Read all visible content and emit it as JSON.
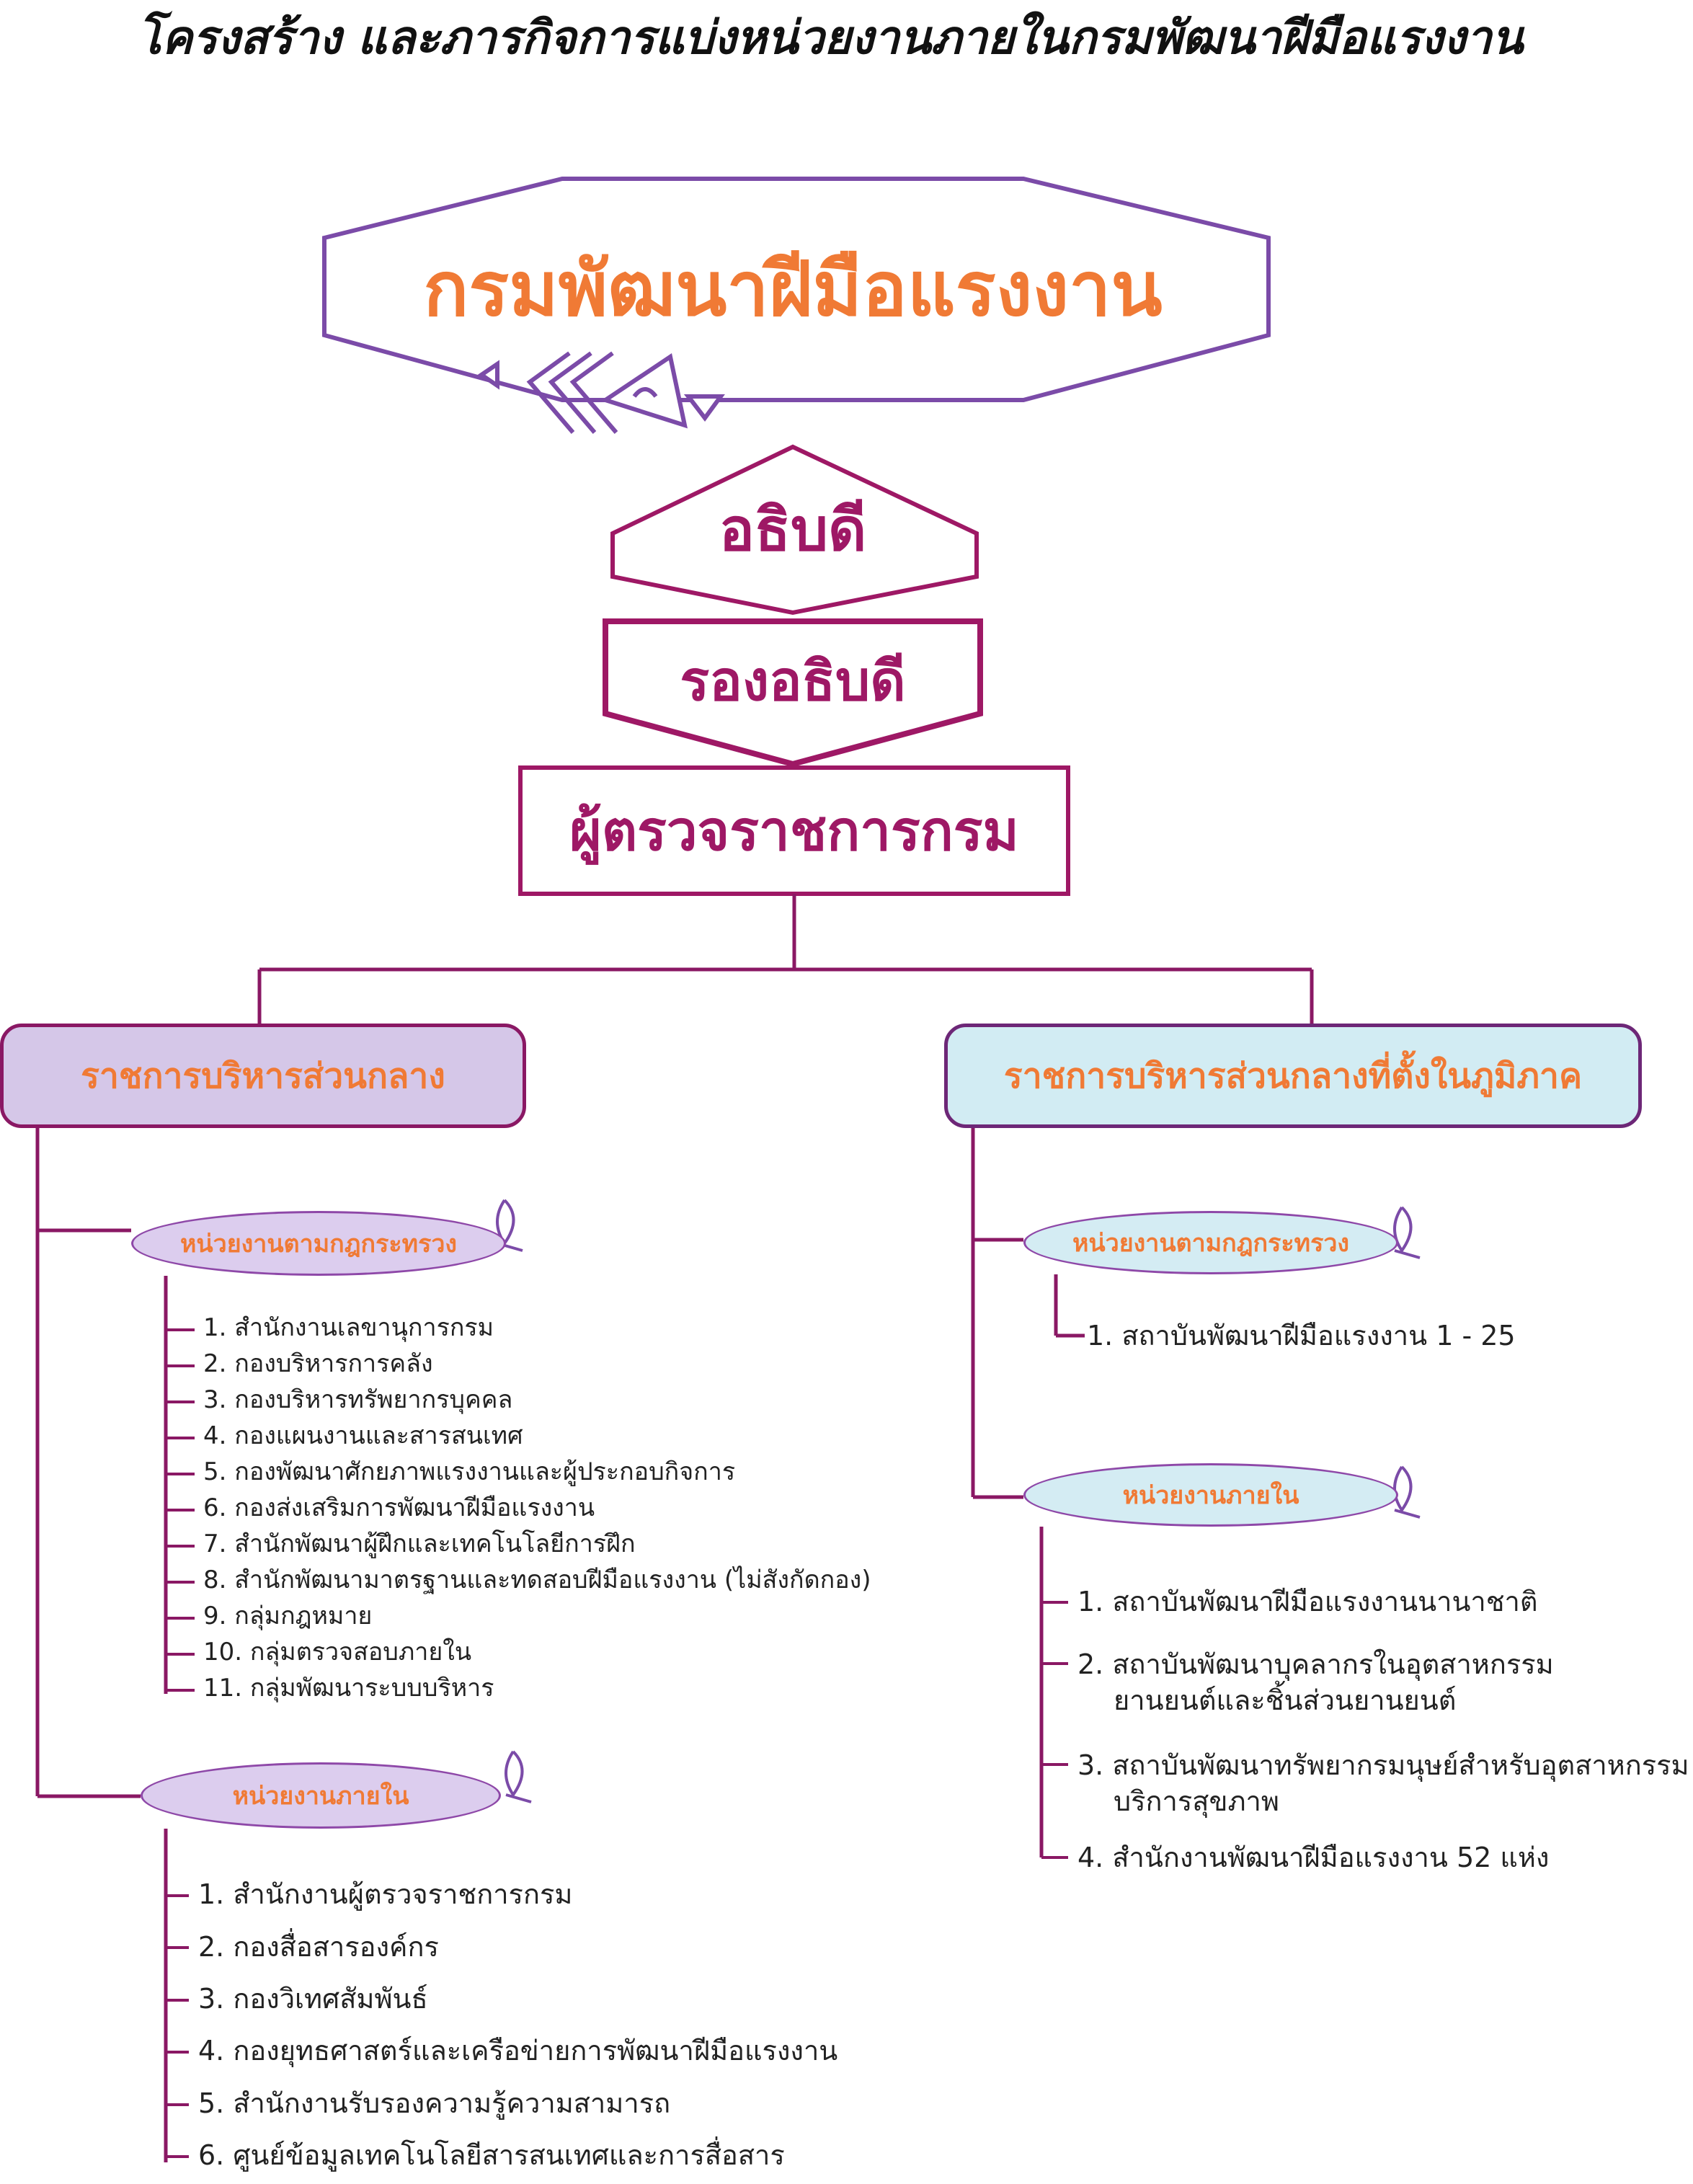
{
  "title": "โครงสร้าง และภารกิจการแบ่งหน่วยงานภายในกรมพัฒนาฝีมือแรงงาน",
  "department": "กรมพัฒนาฝีมือแรงงาน",
  "director": "อธิบดี",
  "deputy": "รองอธิบดี",
  "inspector": "ผู้ตรวจราชการกรม",
  "colors": {
    "dept_text": "#F07A35",
    "hex_border": "#7B4BA8",
    "exec_border": "#9E1865",
    "branch_left_fill": "#D5C7E8",
    "branch_right_fill": "#D2ECF3",
    "line": "#8A1864"
  },
  "left": {
    "label": "ราชการบริหารส่วนกลาง",
    "ministerial": {
      "label": "หน่วยงานตามกฎกระทรวง",
      "items": [
        "1. สำนักงานเลขานุการกรม",
        "2. กองบริหารการคลัง",
        "3. กองบริหารทรัพยากรบุคคล",
        "4. กองแผนงานและสารสนเทศ",
        "5. กองพัฒนาศักยภาพแรงงานและผู้ประกอบกิจการ",
        "6. กองส่งเสริมการพัฒนาฝีมือแรงงาน",
        "7. สำนักพัฒนาผู้ฝึกและเทคโนโลยีการฝึก",
        "8. สำนักพัฒนามาตรฐานและทดสอบฝีมือแรงงาน (ไม่สังกัดกอง)",
        "9. กลุ่มกฎหมาย",
        "10. กลุ่มตรวจสอบภายใน",
        "11. กลุ่มพัฒนาระบบบริหาร"
      ]
    },
    "internal": {
      "label": "หน่วยงานภายใน",
      "items": [
        "1. สำนักงานผู้ตรวจราชการกรม",
        "2. กองสื่อสารองค์กร",
        "3. กองวิเทศสัมพันธ์",
        "4. กองยุทธศาสตร์และเครือข่ายการพัฒนาฝีมือแรงงาน",
        "5. สำนักงานรับรองความรู้ความสามารถ",
        "6. ศูนย์ข้อมูลเทคโนโลยีสารสนเทศและการสื่อสาร"
      ]
    }
  },
  "right": {
    "label": "ราชการบริหารส่วนกลางที่ตั้งในภูมิภาค",
    "ministerial": {
      "label": "หน่วยงานตามกฎกระทรวง",
      "items": [
        "1. สถาบันพัฒนาฝีมือแรงงาน 1 - 25"
      ]
    },
    "internal": {
      "label": "หน่วยงานภายใน",
      "items": [
        {
          "line1": "1. สถาบันพัฒนาฝีมือแรงงานนานาชาติ",
          "line2": ""
        },
        {
          "line1": "2. สถาบันพัฒนาบุคลากรในอุตสาหกรรม",
          "line2": "ยานยนต์และชิ้นส่วนยานยนต์"
        },
        {
          "line1": "3. สถาบันพัฒนาทรัพยากรมนุษย์สำหรับอุตสาหกรรม",
          "line2": "บริการสุขภาพ"
        },
        {
          "line1": "4. สำนักงานพัฒนาฝีมือแรงงาน 52 แห่ง",
          "line2": ""
        }
      ]
    }
  }
}
